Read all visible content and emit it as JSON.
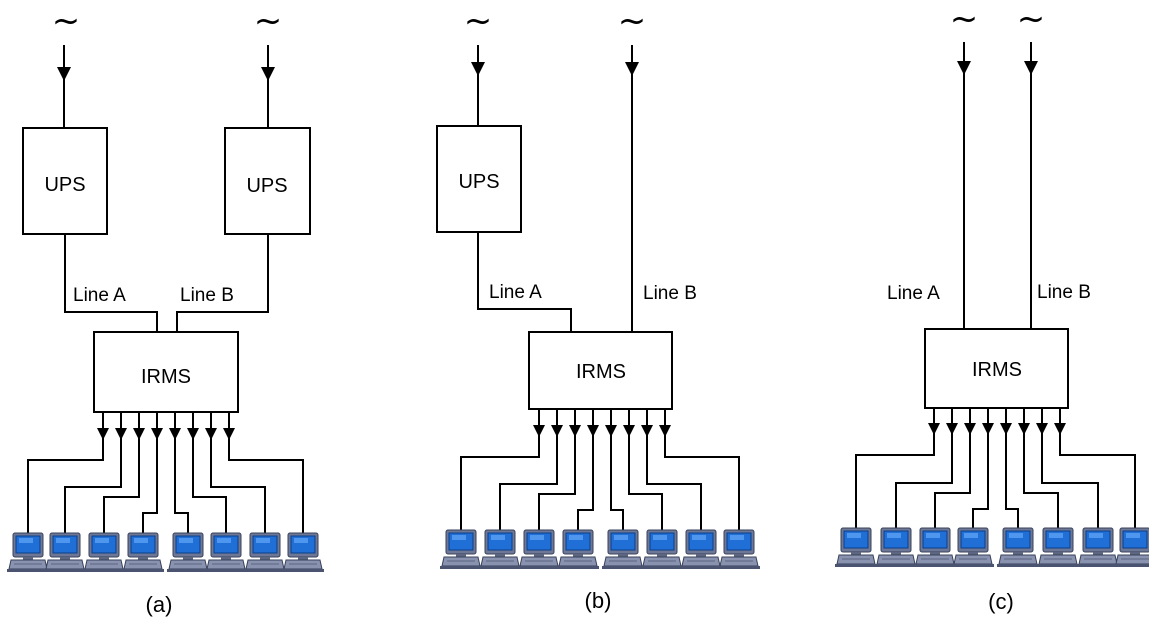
{
  "diagrams": [
    {
      "id": "a",
      "caption": "(a)",
      "sources": [
        "~",
        "~"
      ],
      "ups_labels": [
        "UPS",
        "UPS"
      ],
      "line_a": "Line A",
      "line_b": "Line B",
      "irms": "IRMS",
      "computers": 8
    },
    {
      "id": "b",
      "caption": "(b)",
      "sources": [
        "~",
        "~"
      ],
      "ups_labels": [
        "UPS"
      ],
      "line_a": "Line A",
      "line_b": "Line B",
      "irms": "IRMS",
      "computers": 8
    },
    {
      "id": "c",
      "caption": "(c)",
      "sources": [
        "~",
        "~"
      ],
      "ups_labels": [],
      "line_a": "Line A",
      "line_b": "Line B",
      "irms": "IRMS",
      "computers": 8
    }
  ],
  "colors": {
    "line": "#000000",
    "computer_screen": "#1f6fd6",
    "computer_body": "#7f8aa8"
  }
}
